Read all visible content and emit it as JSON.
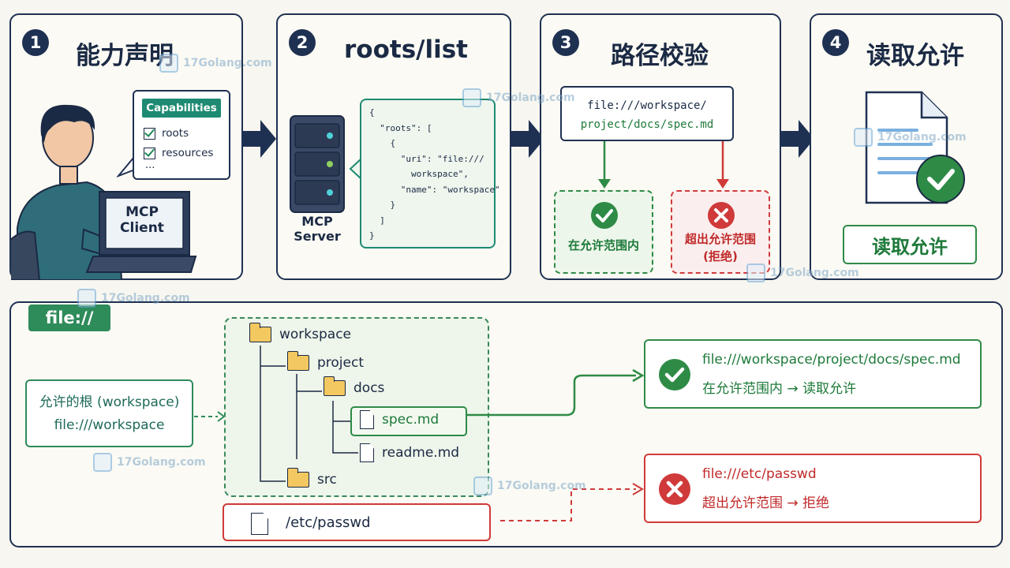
{
  "steps": [
    {
      "num": "1",
      "title": "能力声明"
    },
    {
      "num": "2",
      "title": "roots/list"
    },
    {
      "num": "3",
      "title": "路径校验"
    },
    {
      "num": "4",
      "title": "读取允许"
    }
  ],
  "panel1": {
    "capabilities_header": "Capabilities",
    "items": [
      "roots",
      "resources"
    ],
    "more": "...",
    "laptop_line1": "MCP",
    "laptop_line2": "Client"
  },
  "panel2": {
    "server_line1": "MCP",
    "server_line2": "Server",
    "json_lines": [
      "{",
      "  \"roots\": [",
      "    {",
      "      \"uri\": \"file:///",
      "        workspace\",",
      "      \"name\": \"workspace\"",
      "    }",
      "  ]",
      "}"
    ]
  },
  "panel3": {
    "path_line1": "file:///workspace/",
    "path_line2": "project/docs/spec.md",
    "ok_text": "在允许范围内",
    "bad_line1": "超出允许范围",
    "bad_line2": "(拒绝)"
  },
  "panel4": {
    "button": "读取允许"
  },
  "bottom": {
    "tag": "file://",
    "root_line1": "允许的根 (workspace)",
    "root_line2": "file:///workspace",
    "tree": {
      "workspace": "workspace",
      "project": "project",
      "docs": "docs",
      "spec": "spec.md",
      "readme": "readme.md",
      "src": "src"
    },
    "passwd": "/etc/passwd",
    "ok_out_line1": "file:///workspace/project/docs/spec.md",
    "ok_out_line2": "在允许范围内 → 读取允许",
    "bad_out_line1": "file:///etc/passwd",
    "bad_out_line2": "超出允许范围 → 拒绝"
  },
  "watermark": "17Golang.com",
  "colors": {
    "navy": "#1f3152",
    "green": "#2e8b46",
    "teal": "#1e8a72",
    "red": "#d03a3a",
    "folder": "#f4c860"
  }
}
